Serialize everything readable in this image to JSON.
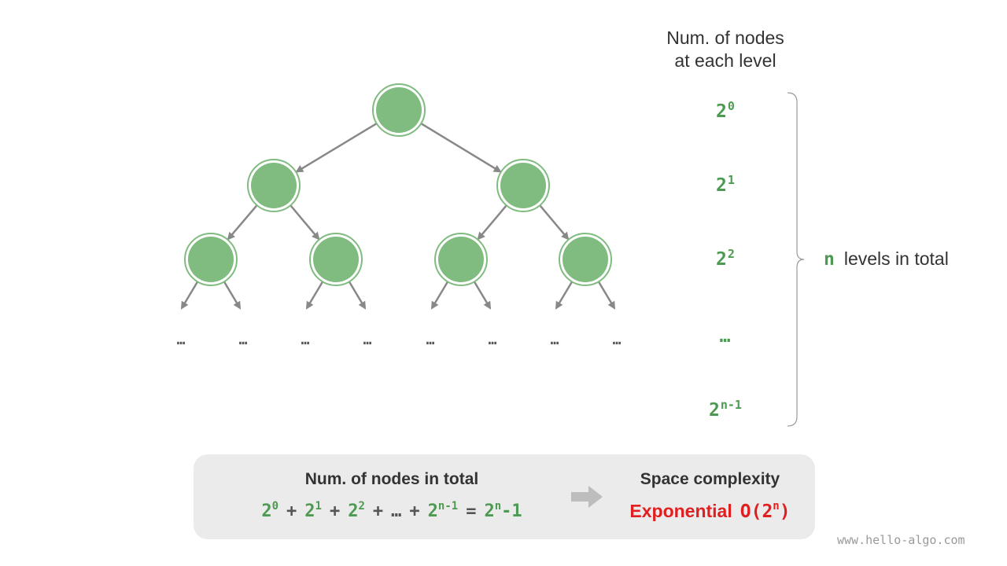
{
  "levels_header": {
    "line1": "Num. of nodes",
    "line2": "at each level"
  },
  "level_counts": [
    {
      "base": "2",
      "exp": "0"
    },
    {
      "base": "2",
      "exp": "1"
    },
    {
      "base": "2",
      "exp": "2"
    },
    {
      "base": "…",
      "exp": ""
    },
    {
      "base": "2",
      "exp": "n-1"
    }
  ],
  "levels_total": {
    "n": "n",
    "label": "levels in total"
  },
  "tree": {
    "ellipsis": "…",
    "node_color": "#80bb80",
    "edge_color": "#888888"
  },
  "summary": {
    "total_title": "Num. of nodes in total",
    "formula": {
      "terms": [
        {
          "base": "2",
          "exp": "0"
        },
        {
          "base": "2",
          "exp": "1"
        },
        {
          "base": "2",
          "exp": "2"
        },
        {
          "base": "…",
          "exp": ""
        },
        {
          "base": "2",
          "exp": "n-1"
        }
      ],
      "plus": "+",
      "equals": "=",
      "result_base": "2",
      "result_exp": "n",
      "result_suffix": "-1"
    },
    "complexity_title": "Space complexity",
    "complexity_label": "Exponential",
    "big_o_prefix": "O(2",
    "big_o_exp": "n",
    "big_o_suffix": ")"
  },
  "colors": {
    "green": "#4d9a52",
    "red": "#e02020",
    "node_fill": "#80bb80"
  },
  "watermark": "www.hello-algo.com"
}
